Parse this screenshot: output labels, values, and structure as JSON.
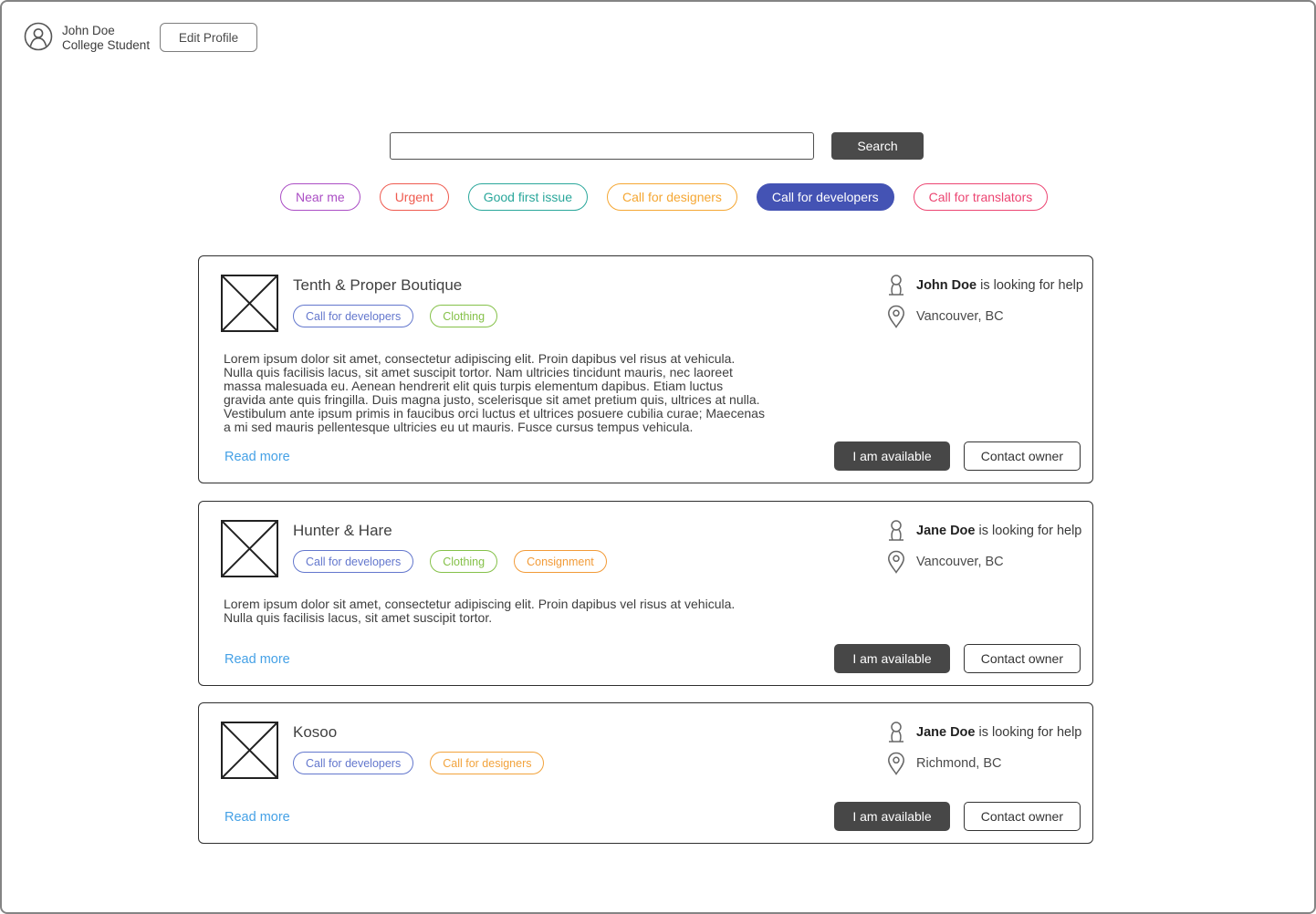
{
  "profile": {
    "name": "John Doe",
    "subtitle": "College Student",
    "edit_button": "Edit Profile"
  },
  "search": {
    "value": "",
    "button": "Search"
  },
  "filters": [
    {
      "label": "Near me",
      "color": "#ab4ec5"
    },
    {
      "label": "Urgent",
      "color": "#ef5a4f"
    },
    {
      "label": "Good first issue",
      "color": "#2aa79b"
    },
    {
      "label": "Call for designers",
      "color": "#f5a733"
    },
    {
      "label": "Call for developers",
      "color": "#4453b4",
      "filled": true
    },
    {
      "label": "Call for translators",
      "color": "#ec4572"
    }
  ],
  "cards": [
    {
      "title": "Tenth & Proper Boutique",
      "tags": [
        {
          "label": "Call for developers",
          "color": "#6377cd"
        },
        {
          "label": "Clothing",
          "color": "#85c149"
        }
      ],
      "description": "Lorem ipsum dolor sit amet, consectetur adipiscing elit. Proin dapibus vel risus at vehicula.\nNulla quis facilisis lacus, sit amet suscipit tortor. Nam ultricies tincidunt mauris, nec laoreet\nmassa malesuada eu. Aenean hendrerit elit quis turpis elementum dapibus. Etiam luctus\ngravida ante quis fringilla. Duis magna justo, scelerisque sit amet pretium quis, ultrices at nulla.\nVestibulum ante ipsum primis in faucibus orci luctus et ultrices posuere cubilia curae; Maecenas\na mi sed mauris pellentesque ultricies eu ut mauris. Fusce cursus tempus vehicula.",
      "read_more": "Read more",
      "owner_name": "John Doe",
      "owner_suffix": " is looking for help",
      "location": "Vancouver, BC",
      "available_button": "I am available",
      "contact_button": "Contact owner"
    },
    {
      "title": "Hunter & Hare",
      "tags": [
        {
          "label": "Call for developers",
          "color": "#6377cd"
        },
        {
          "label": "Clothing",
          "color": "#85c149"
        },
        {
          "label": "Consignment",
          "color": "#f29b38"
        }
      ],
      "description": "Lorem ipsum dolor sit amet, consectetur adipiscing elit. Proin dapibus vel risus at vehicula.\nNulla quis facilisis lacus, sit amet suscipit tortor.",
      "read_more": "Read more",
      "owner_name": "Jane Doe",
      "owner_suffix": " is looking for help",
      "location": "Vancouver, BC",
      "available_button": "I am available",
      "contact_button": "Contact owner"
    },
    {
      "title": "Kosoo",
      "tags": [
        {
          "label": "Call for developers",
          "color": "#6377cd"
        },
        {
          "label": "Call for designers",
          "color": "#f2a33c"
        }
      ],
      "read_more": "Read more",
      "owner_name": "Jane Doe",
      "owner_suffix": " is looking for help",
      "location": "Richmond, BC",
      "available_button": "I am available",
      "contact_button": "Contact owner"
    }
  ]
}
